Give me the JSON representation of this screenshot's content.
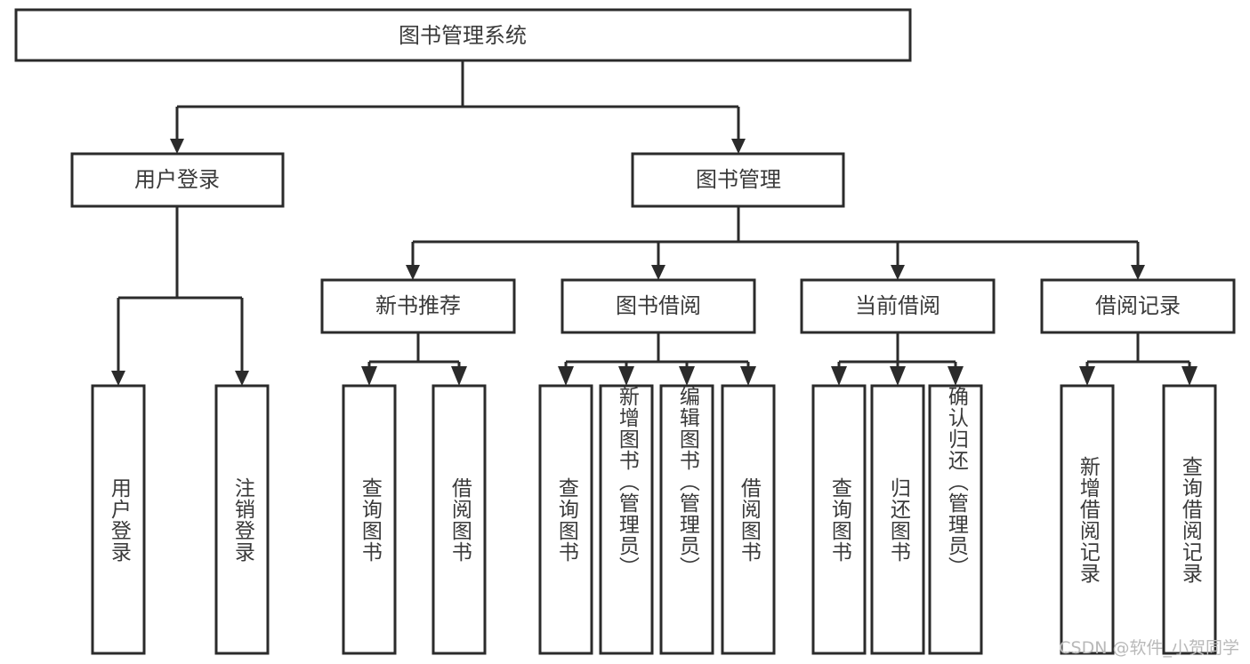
{
  "diagram": {
    "title_node": {
      "label": "图书管理系统"
    },
    "level1": [
      {
        "label": "用户登录"
      },
      {
        "label": "图书管理"
      }
    ],
    "level2": [
      {
        "label": "新书推荐"
      },
      {
        "label": "图书借阅"
      },
      {
        "label": "当前借阅"
      },
      {
        "label": "借阅记录"
      }
    ],
    "leaves": {
      "user_login": [
        {
          "label": "用户登录"
        },
        {
          "label": "注销登录"
        }
      ],
      "new_book_recommend": [
        {
          "label": "查询图书"
        },
        {
          "label": "借阅图书"
        }
      ],
      "book_borrow": [
        {
          "label": "查询图书"
        },
        {
          "label": "新增图书（管理员）"
        },
        {
          "label": "编辑图书（管理员）"
        },
        {
          "label": "借阅图书"
        }
      ],
      "current_borrow": [
        {
          "label": "查询图书"
        },
        {
          "label": "归还图书"
        },
        {
          "label": "确认归还（管理员）"
        }
      ],
      "borrow_record": [
        {
          "label": "新增借阅记录"
        },
        {
          "label": "查询借阅记录"
        }
      ]
    },
    "watermark": "CSDN @软件_小贺同学",
    "colors": {
      "stroke": "#2b2b2b",
      "text": "#3a3a3a",
      "background": "#ffffff",
      "watermark": "#b9b9b9"
    }
  }
}
